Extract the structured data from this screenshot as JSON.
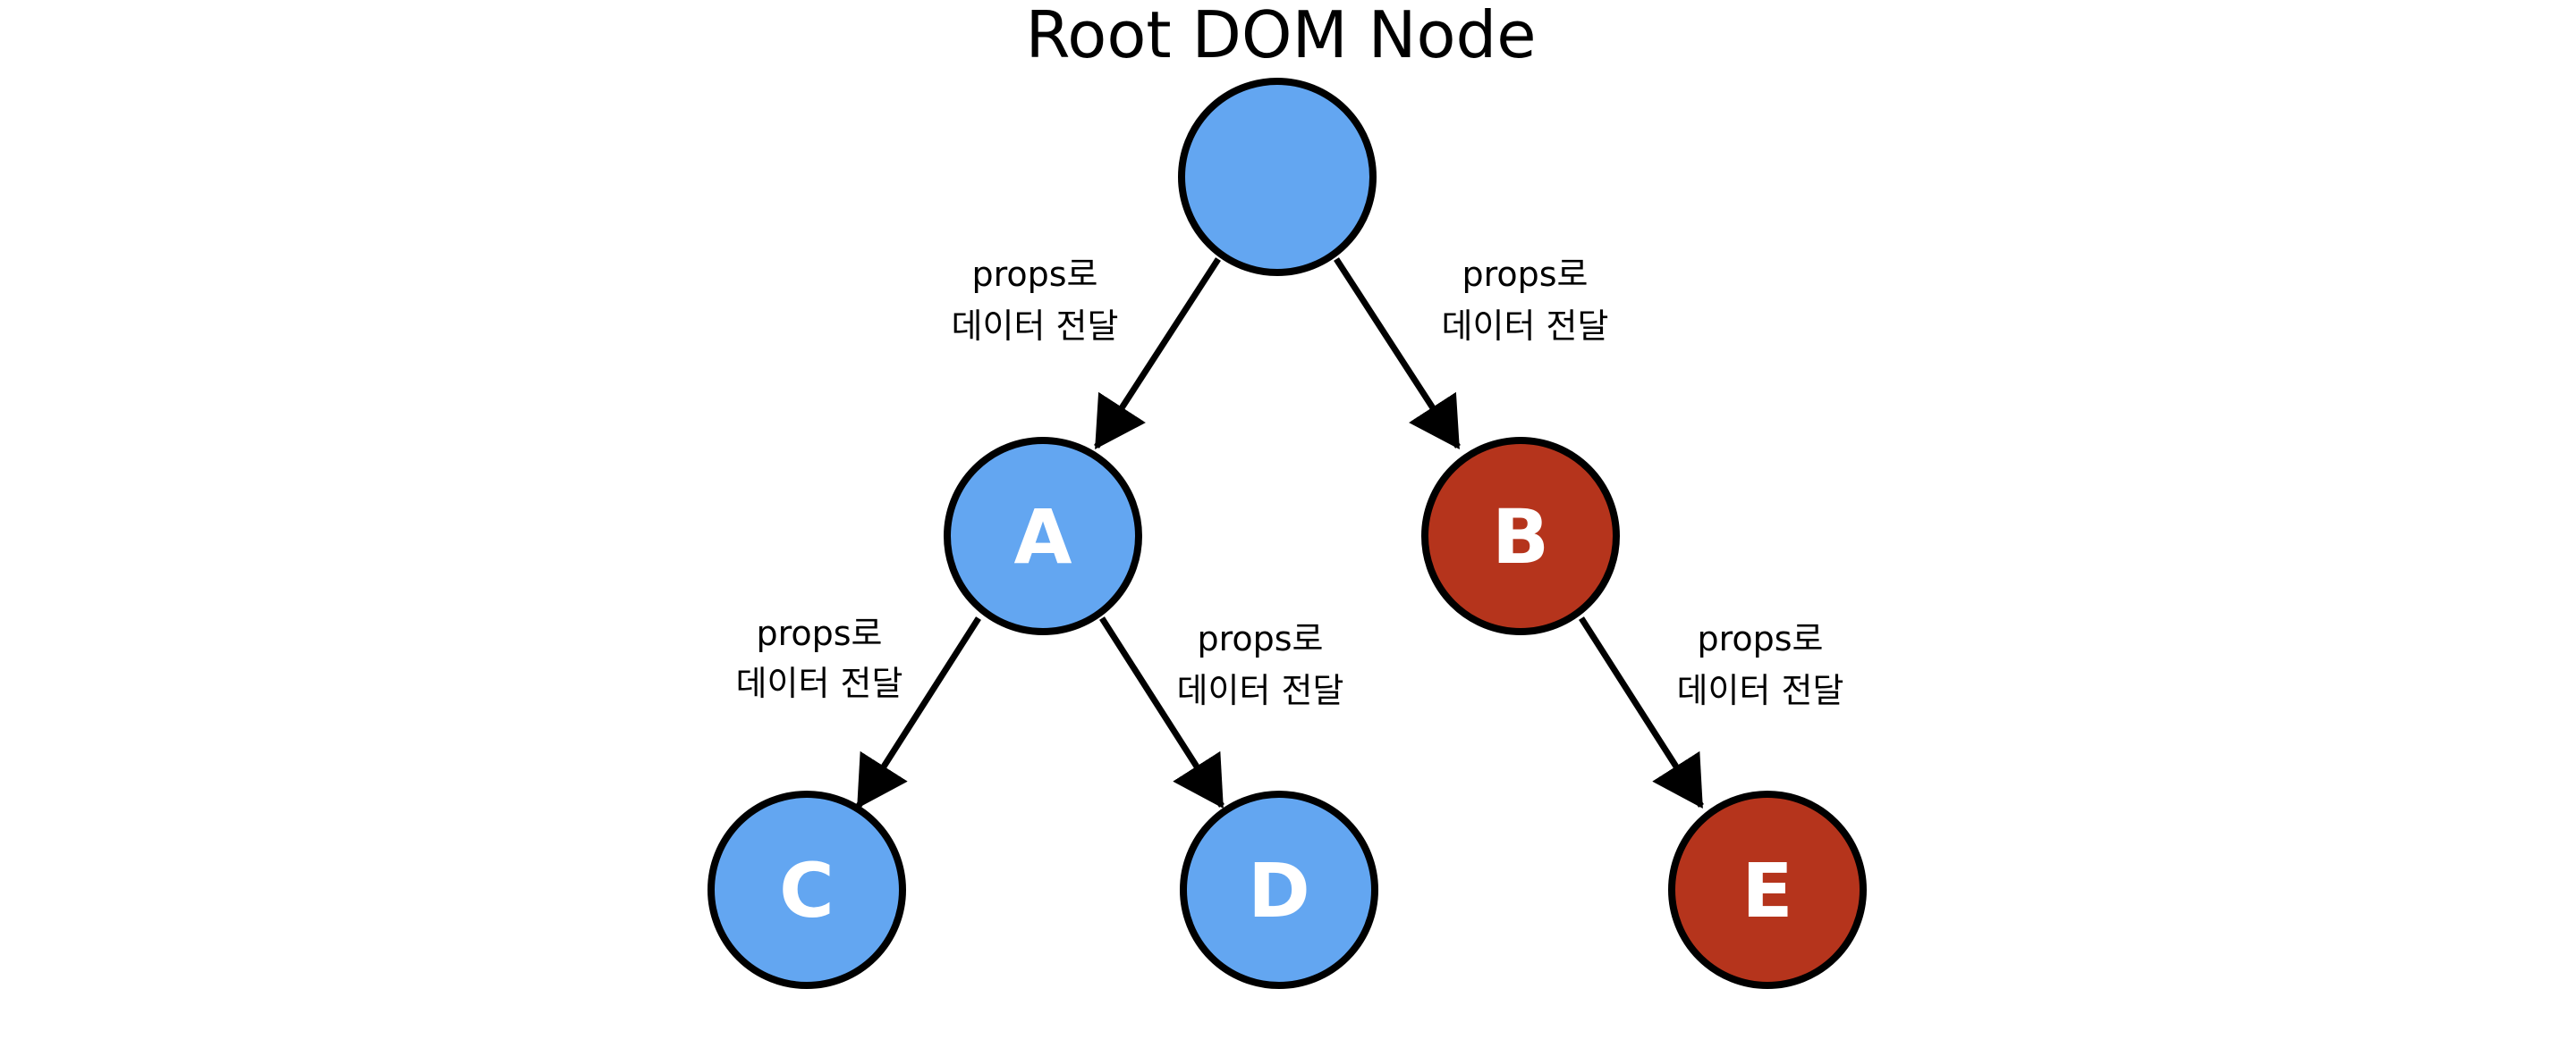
{
  "title": "Root DOM Node",
  "colors": {
    "blue": "#63a6f1",
    "red": "#b5341c",
    "stroke": "#000000",
    "text_on_node": "#ffffff"
  },
  "nodes": [
    {
      "id": "root",
      "label": "",
      "color": "blue"
    },
    {
      "id": "A",
      "label": "A",
      "color": "blue"
    },
    {
      "id": "B",
      "label": "B",
      "color": "red"
    },
    {
      "id": "C",
      "label": "C",
      "color": "blue"
    },
    {
      "id": "D",
      "label": "D",
      "color": "blue"
    },
    {
      "id": "E",
      "label": "E",
      "color": "red"
    }
  ],
  "edges": [
    {
      "from": "root",
      "to": "A",
      "label_line1": "props로",
      "label_line2": "데이터 전달"
    },
    {
      "from": "root",
      "to": "B",
      "label_line1": "props로",
      "label_line2": "데이터 전달"
    },
    {
      "from": "A",
      "to": "C",
      "label_line1": "props로",
      "label_line2": "데이터 전달"
    },
    {
      "from": "A",
      "to": "D",
      "label_line1": "props로",
      "label_line2": "데이터 전달"
    },
    {
      "from": "B",
      "to": "E",
      "label_line1": "props로",
      "label_line2": "데이터 전달"
    }
  ]
}
